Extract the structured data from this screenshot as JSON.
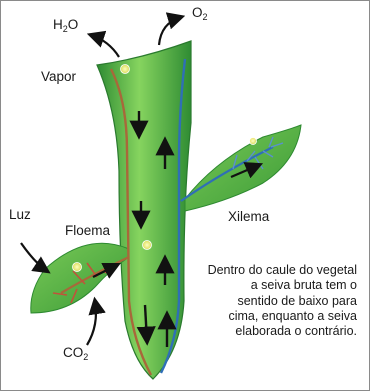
{
  "labels": {
    "water": {
      "main": "H",
      "sub": "2",
      "tail": "O"
    },
    "oxygen": {
      "main": "O",
      "sub": "2"
    },
    "carbon_dioxide": {
      "main": "CO",
      "sub": "2"
    },
    "vapor": "Vapor",
    "luz": "Luz",
    "floema": "Floema",
    "xilema": "Xilema"
  },
  "caption": "Dentro do caule do vegetal a seiva bruta tem o sentido de baixo para cima, enquanto a seiva elaborada o contrário.",
  "colors": {
    "plant_dark": "#2e8a32",
    "plant_light": "#7ed05a",
    "leaf": "#59b83f",
    "phloem": "#a8683a",
    "xylem": "#2f6fb6",
    "arrow": "#111111",
    "spark": "#f3ef7a"
  }
}
